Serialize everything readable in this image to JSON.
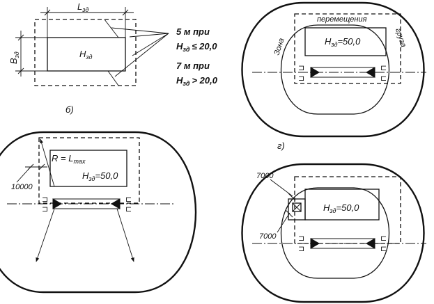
{
  "panel_a": {
    "dim_length": "L",
    "dim_length_sub": "зд",
    "dim_width": "B",
    "dim_width_sub": "зд",
    "building": "H",
    "building_sub": "зд",
    "note_line1": "5 м при",
    "note_line2_h": "H",
    "note_line2_sub": "зд",
    "note_line2_rest": "≤ 20,0",
    "note_line3": "7 м при",
    "note_line4_h": "H",
    "note_line4_sub": "зд",
    "note_line4_rest": "> 20,0"
  },
  "panel_b": {
    "label": "б)",
    "radius_text": "R = L",
    "radius_sub": "max",
    "height_h": "H",
    "height_sub": "зд",
    "height_val": "=50,0",
    "dimension": "10000"
  },
  "panel_v": {
    "zone_word": "Зона",
    "move_word": "перемещения",
    "cargo_word": "груза",
    "height_h": "H",
    "height_sub": "зд",
    "height_val": "=50,0"
  },
  "panel_g": {
    "label": "г)",
    "dim_top": "7000",
    "dim_bottom": "7000",
    "height_h": "H",
    "height_sub": "зд",
    "height_val": "=50,0"
  }
}
